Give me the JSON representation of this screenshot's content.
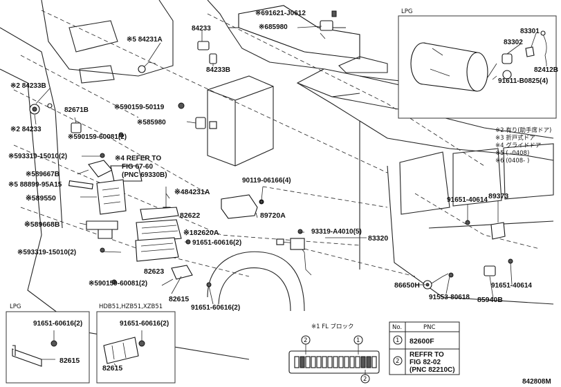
{
  "figure_code": "842808M",
  "insets": {
    "lpg_top": "LPG",
    "lpg_bottom": "LPG",
    "models_bottom": "HDB51,HZB51,XZB51"
  },
  "footnotes": [
    {
      "mark": "※2",
      "text": "有り(助手席ドア)"
    },
    {
      "mark": "※3",
      "text": "折戸式ドア"
    },
    {
      "mark": "※4",
      "text": "グライドドア"
    },
    {
      "mark": "※5",
      "text": "(      -0408)"
    },
    {
      "mark": "※6",
      "text": "(0408-      )"
    }
  ],
  "parts": {
    "p84233": "84233",
    "p84231A": "※5 84231A",
    "p84233B_top": "84233B",
    "p2_84233B": "※2 84233B",
    "p2_84233": "※2 84233",
    "p82671B": "82671B",
    "p590159_50119": "※590159-50119",
    "p590159_60081_a": "※590159-60081(2)",
    "p585980": "※585980",
    "p691621": "※691621-J0612",
    "p685980": "※685980",
    "p593319_a": "※593319-15010(2)",
    "p589667B": "※589667B",
    "p4refer_1": "※4 REFER TO",
    "p4refer_2": "FIG 67-60",
    "p4refer_3": "(PNC 69330B)",
    "p588899": "※5 88899-95A15",
    "p589550": "※589550",
    "p484231A": "※484231A",
    "p90119": "90119-06166(4)",
    "p89720A": "89720A",
    "p82622": "82622",
    "p182620A": "※182620A",
    "p91651_a": "91651-60616(2)",
    "p589668B": "※589668B",
    "p593319_b": "※593319-15010(2)",
    "p82623": "82623",
    "p590159_60081_b": "※590159-60081(2)",
    "p82615": "82615",
    "p91651_b": "91651-60616(2)",
    "p93319": "93319-A4010(5)",
    "p83320": "83320",
    "p83301": "83301",
    "p83302": "83302",
    "p82412B": "82412B",
    "p91611": "91611-B0825(4)",
    "p91651_40614_a": "91651-40614",
    "p89373": "89373",
    "p86650H": "86650H",
    "p91553": "91553-80618",
    "p85940B": "85940B",
    "p91651_40614_b": "91651-40614",
    "lpg_bolt": "91651-60616(2)",
    "lpg_82615": "82615",
    "hdb_bolt": "91651-60616(2)",
    "hdb_82615": "82615"
  },
  "block": {
    "title": "※1 FL ブロック",
    "marker1": "1",
    "marker2": "2"
  },
  "pnc_table": {
    "headers": [
      "No.",
      "PNC"
    ],
    "rows": [
      {
        "no": "1",
        "pnc": "82600F"
      },
      {
        "no": "2",
        "pnc_lines": [
          "REFFR TO",
          "FIG 82-02",
          "(PNC 82210C)"
        ]
      }
    ]
  }
}
